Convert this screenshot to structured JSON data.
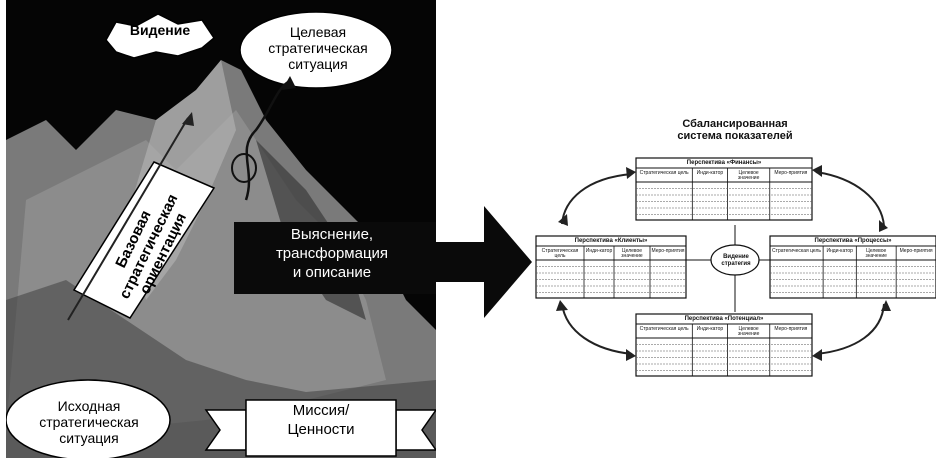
{
  "left": {
    "vision_label": "Видение",
    "target_situation": [
      "Целевая",
      "стратегическая",
      "ситуация"
    ],
    "base_orientation": [
      "Базовая",
      "стратегическая",
      "ориентация"
    ],
    "clarification": [
      "Выяснение,",
      "трансформация",
      "и описание"
    ],
    "initial_situation": [
      "Исходная",
      "стратегическая",
      "ситуация"
    ],
    "mission": [
      "Миссия/",
      "Ценности"
    ]
  },
  "right": {
    "title": [
      "Сбалансированная",
      "система показателей"
    ],
    "center": [
      "Видение",
      "стратегия"
    ],
    "columns": [
      "Стратегическая цель",
      "Инди-катор",
      "Целевое значение",
      "Меро-приятия"
    ],
    "perspectives": {
      "finance": "Перспектива «Финансы»",
      "clients": "Перспектива «Клиенты»",
      "processes": "Перспектива «Процессы»",
      "potential": "Перспектива «Потенциал»"
    }
  },
  "colors": {
    "background": "#050505",
    "light": "#ffffff",
    "ink": "#111111"
  }
}
